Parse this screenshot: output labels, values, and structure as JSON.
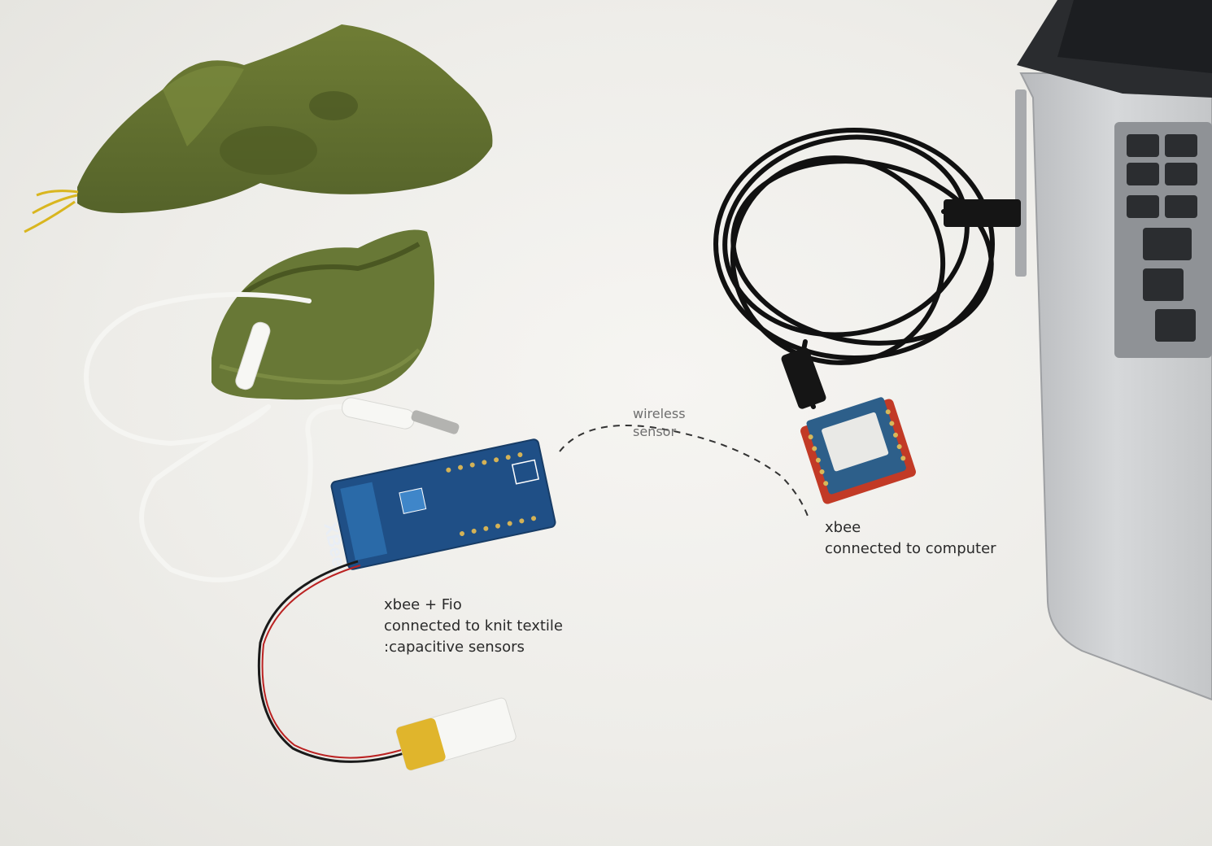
{
  "photo": {
    "board_label": "XBee",
    "captions": {
      "fio": {
        "line1": "xbee + Fio",
        "line2": "connected to knit textile",
        "line3": ":capacitive sensors"
      },
      "wireless": {
        "line1": "wireless",
        "line2": "sensor"
      },
      "computer": {
        "line1": "xbee",
        "line2": "connected to computer"
      }
    },
    "colors": {
      "background": "#eeede9",
      "felt": "#5f6e2e",
      "knit": "#6b7a35",
      "pcb_blue": "#1f4f86",
      "pcb_red": "#c23a26",
      "laptop": "#c9cbcd",
      "cable": "#111111",
      "battery": "#e0b52c"
    }
  }
}
